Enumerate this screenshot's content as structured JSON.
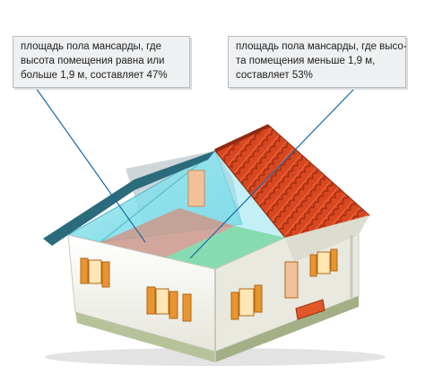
{
  "callouts": {
    "left": {
      "lines": [
        "площадь пола мансарды, где",
        "высота помещения равна или",
        "больше 1,9 м, составляет 47%"
      ]
    },
    "right": {
      "lines": [
        "площадь пола мансарды, где высо-",
        "та помещения меньше 1,9 м,",
        "составляет 53%"
      ]
    }
  },
  "colors": {
    "roof": "#d8471f",
    "wall": "#f2f2ea",
    "plinth": "#b6c39a",
    "glass_cyan": "#7fe0ec",
    "glass_green": "#7fd9a8",
    "shutter": "#e9952f",
    "leader_line": "#1a6aa6"
  }
}
